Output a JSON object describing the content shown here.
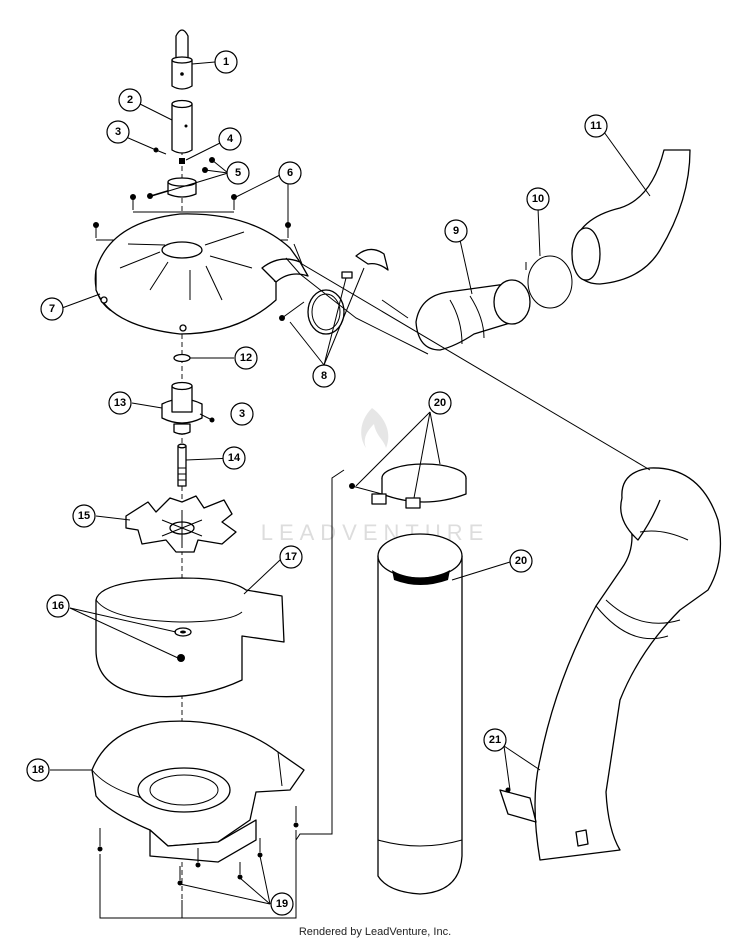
{
  "callouts": [
    "1",
    "2",
    "3",
    "4",
    "5",
    "6",
    "7",
    "8",
    "9",
    "10",
    "11",
    "12",
    "13",
    "3",
    "14",
    "15",
    "16",
    "17",
    "18",
    "19",
    "20",
    "20",
    "21"
  ],
  "watermark": "LEADVENTURE",
  "footer": "Rendered by LeadVenture, Inc.",
  "colors": {
    "line": "#000000",
    "background": "#ffffff",
    "watermark": "#dddddd"
  }
}
